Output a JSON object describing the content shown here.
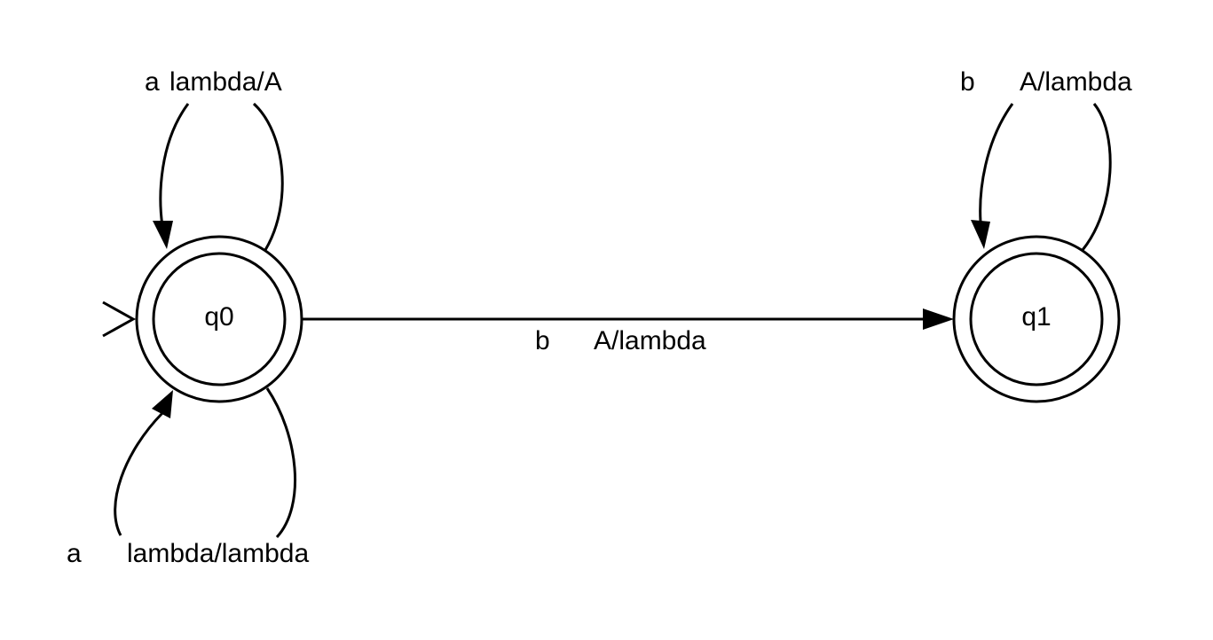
{
  "states": {
    "q0": {
      "name": "q0",
      "initial": true,
      "accepting": true
    },
    "q1": {
      "name": "q1",
      "initial": false,
      "accepting": true
    }
  },
  "transitions": {
    "q0_loop_top": {
      "input": "a",
      "stack": "lambda/A"
    },
    "q0_loop_bottom": {
      "input": "a",
      "stack": "lambda/lambda"
    },
    "q0_to_q1": {
      "input": "b",
      "stack": "A/lambda"
    },
    "q1_loop_top": {
      "input": "b",
      "stack": "A/lambda"
    }
  }
}
